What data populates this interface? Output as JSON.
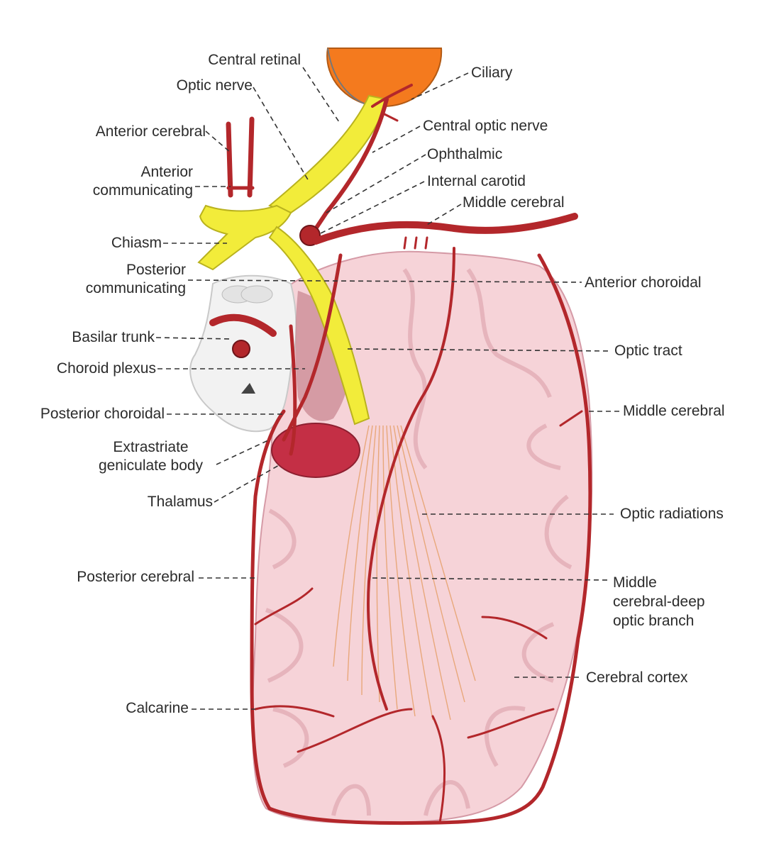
{
  "labels": {
    "central_retinal": "Central retinal",
    "optic_nerve": "Optic nerve",
    "anterior_cerebral": "Anterior cerebral",
    "anterior_communicating": "Anterior\ncommunicating",
    "chiasm": "Chiasm",
    "posterior_communicating": "Posterior\ncommunicating",
    "basilar_trunk": "Basilar trunk",
    "choroid_plexus": "Choroid plexus",
    "posterior_choroidal": "Posterior choroidal",
    "extrastriate_geniculate_body": "Extrastriate\ngeniculate body",
    "thalamus": "Thalamus",
    "posterior_cerebral": "Posterior cerebral",
    "calcarine": "Calcarine",
    "ciliary": "Ciliary",
    "central_optic_nerve": "Central optic nerve",
    "ophthalmic": "Ophthalmic",
    "internal_carotid": "Internal carotid",
    "middle_cerebral_top": "Middle cerebral",
    "anterior_choroidal": "Anterior choroidal",
    "optic_tract": "Optic tract",
    "middle_cerebral_side": "Middle cerebral",
    "optic_radiations": "Optic radiations",
    "middle_cerebral_deep_optic_branch": "Middle\ncerebral-deep\noptic branch",
    "cerebral_cortex": "Cerebral cortex"
  },
  "colors": {
    "artery": "#b3272b",
    "optic_pathway": "#f2ec3a",
    "brain_tissue": "#f6d3d8",
    "brain_gray_matter": "#e9b8c0",
    "eye": "#f47a1e",
    "geniculate": "#c42f45",
    "leader_line": "#333333"
  }
}
